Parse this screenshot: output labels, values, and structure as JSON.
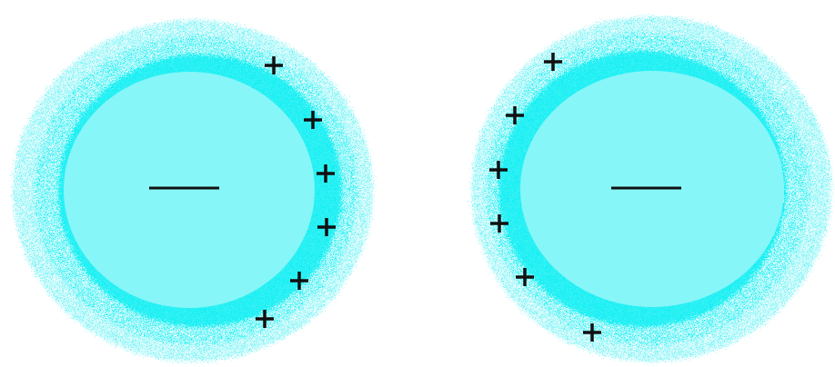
{
  "colors": {
    "background": "#ffffff",
    "cloud": "#00eef2",
    "cloud_light": "#6ff7f9",
    "core": "#86f6f8",
    "sign": "#111111"
  },
  "icons": {
    "negative": "minus-sign-icon",
    "positive": "plus-sign-icon"
  },
  "labels": {
    "negative": "—",
    "positive": "+"
  },
  "particles": [
    {
      "id": "left",
      "core_sign": "minus",
      "charge_side": "right",
      "plus_count": 6
    },
    {
      "id": "right",
      "core_sign": "minus",
      "charge_side": "left",
      "plus_count": 6
    }
  ]
}
